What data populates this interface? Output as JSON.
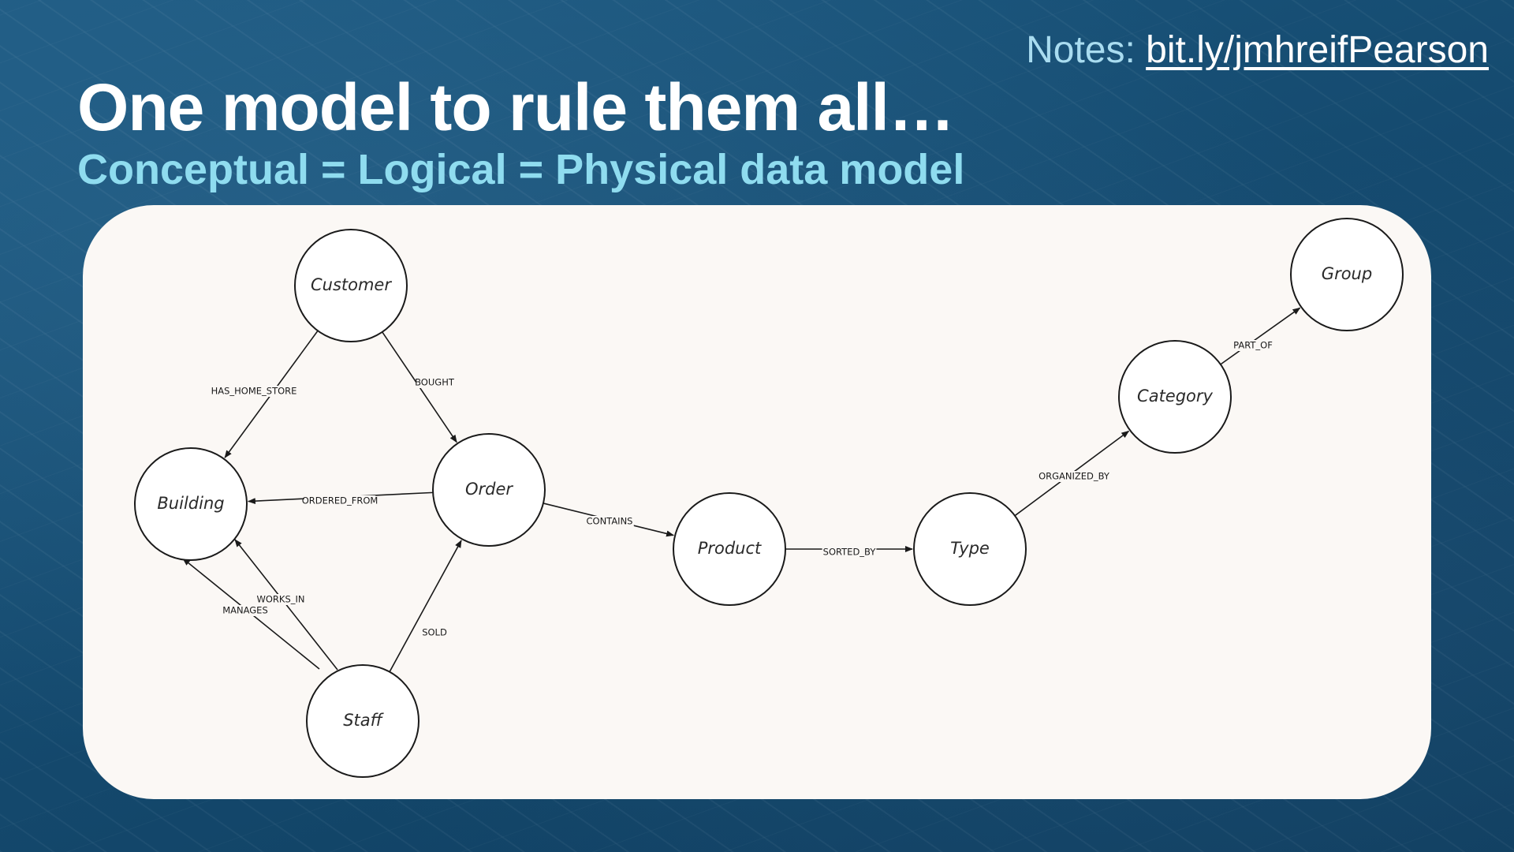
{
  "slide": {
    "notes_prefix": "Notes:",
    "notes_link": "bit.ly/jmhreifPearson",
    "title": "One model to rule them all…",
    "subtitle": "Conceptual = Logical = Physical data model"
  },
  "diagram": {
    "nodes": [
      {
        "id": "customer",
        "label": "Customer"
      },
      {
        "id": "building",
        "label": "Building"
      },
      {
        "id": "order",
        "label": "Order"
      },
      {
        "id": "staff",
        "label": "Staff"
      },
      {
        "id": "product",
        "label": "Product"
      },
      {
        "id": "type",
        "label": "Type"
      },
      {
        "id": "category",
        "label": "Category"
      },
      {
        "id": "group",
        "label": "Group"
      }
    ],
    "edges": [
      {
        "from": "customer",
        "to": "building",
        "label": "HAS_HOME_STORE"
      },
      {
        "from": "customer",
        "to": "order",
        "label": "BOUGHT"
      },
      {
        "from": "order",
        "to": "building",
        "label": "ORDERED_FROM"
      },
      {
        "from": "staff",
        "to": "building",
        "label": "WORKS_IN"
      },
      {
        "from": "staff",
        "to": "building",
        "label": "MANAGES"
      },
      {
        "from": "staff",
        "to": "order",
        "label": "SOLD"
      },
      {
        "from": "order",
        "to": "product",
        "label": "CONTAINS"
      },
      {
        "from": "product",
        "to": "type",
        "label": "SORTED_BY"
      },
      {
        "from": "type",
        "to": "category",
        "label": "ORGANIZED_BY"
      },
      {
        "from": "category",
        "to": "group",
        "label": "PART_OF"
      }
    ]
  }
}
